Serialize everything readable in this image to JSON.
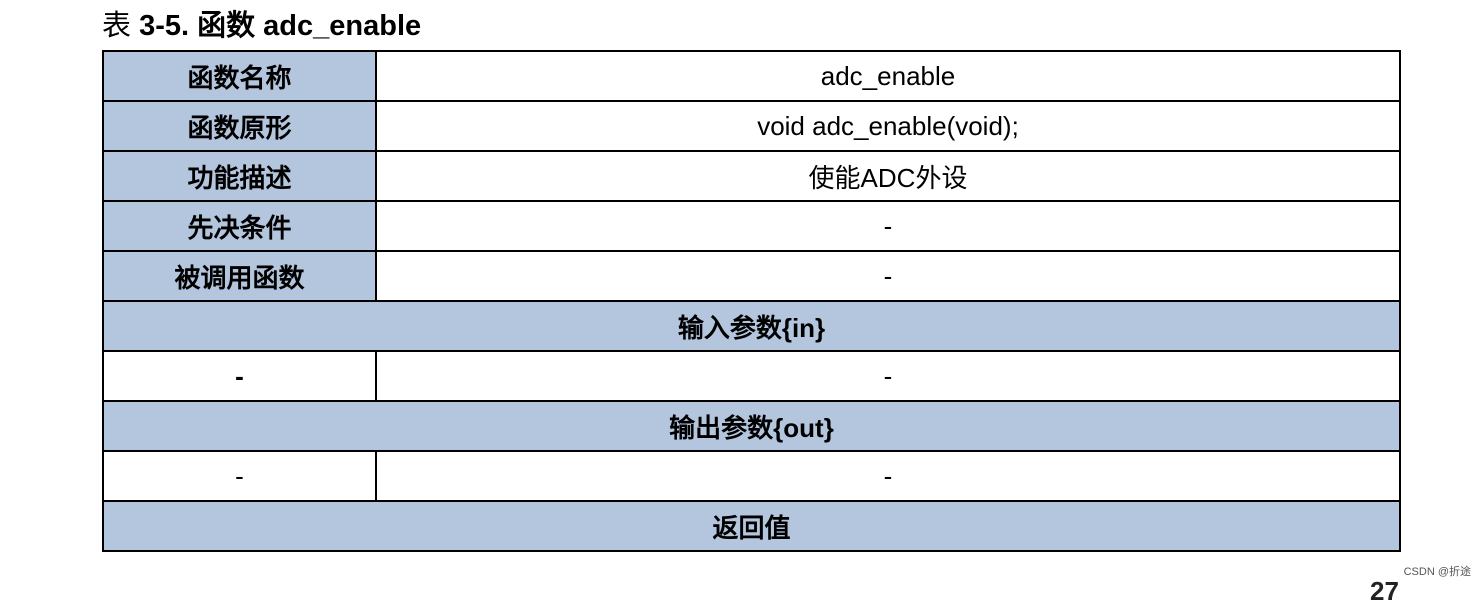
{
  "caption": {
    "prefix": "表",
    "number": "3-5.",
    "title": "函数 adc_enable"
  },
  "rows": {
    "name": {
      "label": "函数名称",
      "value": "adc_enable"
    },
    "prototype": {
      "label": "函数原形",
      "value": "void adc_enable(void);"
    },
    "description": {
      "label": "功能描述",
      "value": "使能ADC外设"
    },
    "precondition": {
      "label": "先决条件",
      "value": "-"
    },
    "called_functions": {
      "label": "被调用函数",
      "value": "-"
    }
  },
  "input_section": {
    "title": "输入参数{in}",
    "name": "-",
    "description": "-"
  },
  "output_section": {
    "title": "输出参数{out}",
    "name": "-",
    "description": "-"
  },
  "return_section": {
    "title": "返回值"
  },
  "watermark": "CSDN @折途",
  "page_number_fragment": "27",
  "colors": {
    "header_fill": "#b4c6de",
    "border": "#000000"
  }
}
